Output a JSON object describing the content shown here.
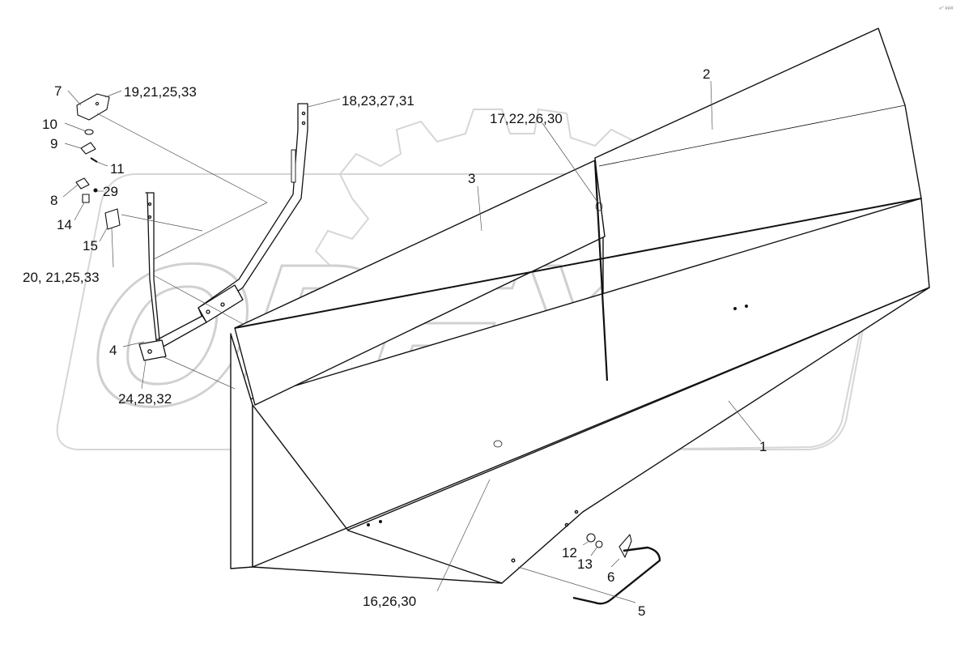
{
  "watermark": {
    "text": "OPEX",
    "color": "#d9d9d9"
  },
  "corner_mark": "«° ###",
  "callouts": {
    "c1": "1",
    "c2": "2",
    "c3": "3",
    "c4": "4",
    "c5": "5",
    "c6": "6",
    "c7": "7",
    "c8": "8",
    "c9": "9",
    "c10": "10",
    "c11": "11",
    "c12": "12",
    "c13": "13",
    "c14": "14",
    "c15": "15",
    "c16": "16,26,30",
    "c17": "17,22,26,30",
    "c18": "18,23,27,31",
    "c19": "19,21,25,33",
    "c20": "20, 21,25,33",
    "c24": "24,28,32",
    "c29": "29"
  },
  "colors": {
    "line": "#111111",
    "leader": "#555555",
    "watermark": "#d9d9d9"
  }
}
